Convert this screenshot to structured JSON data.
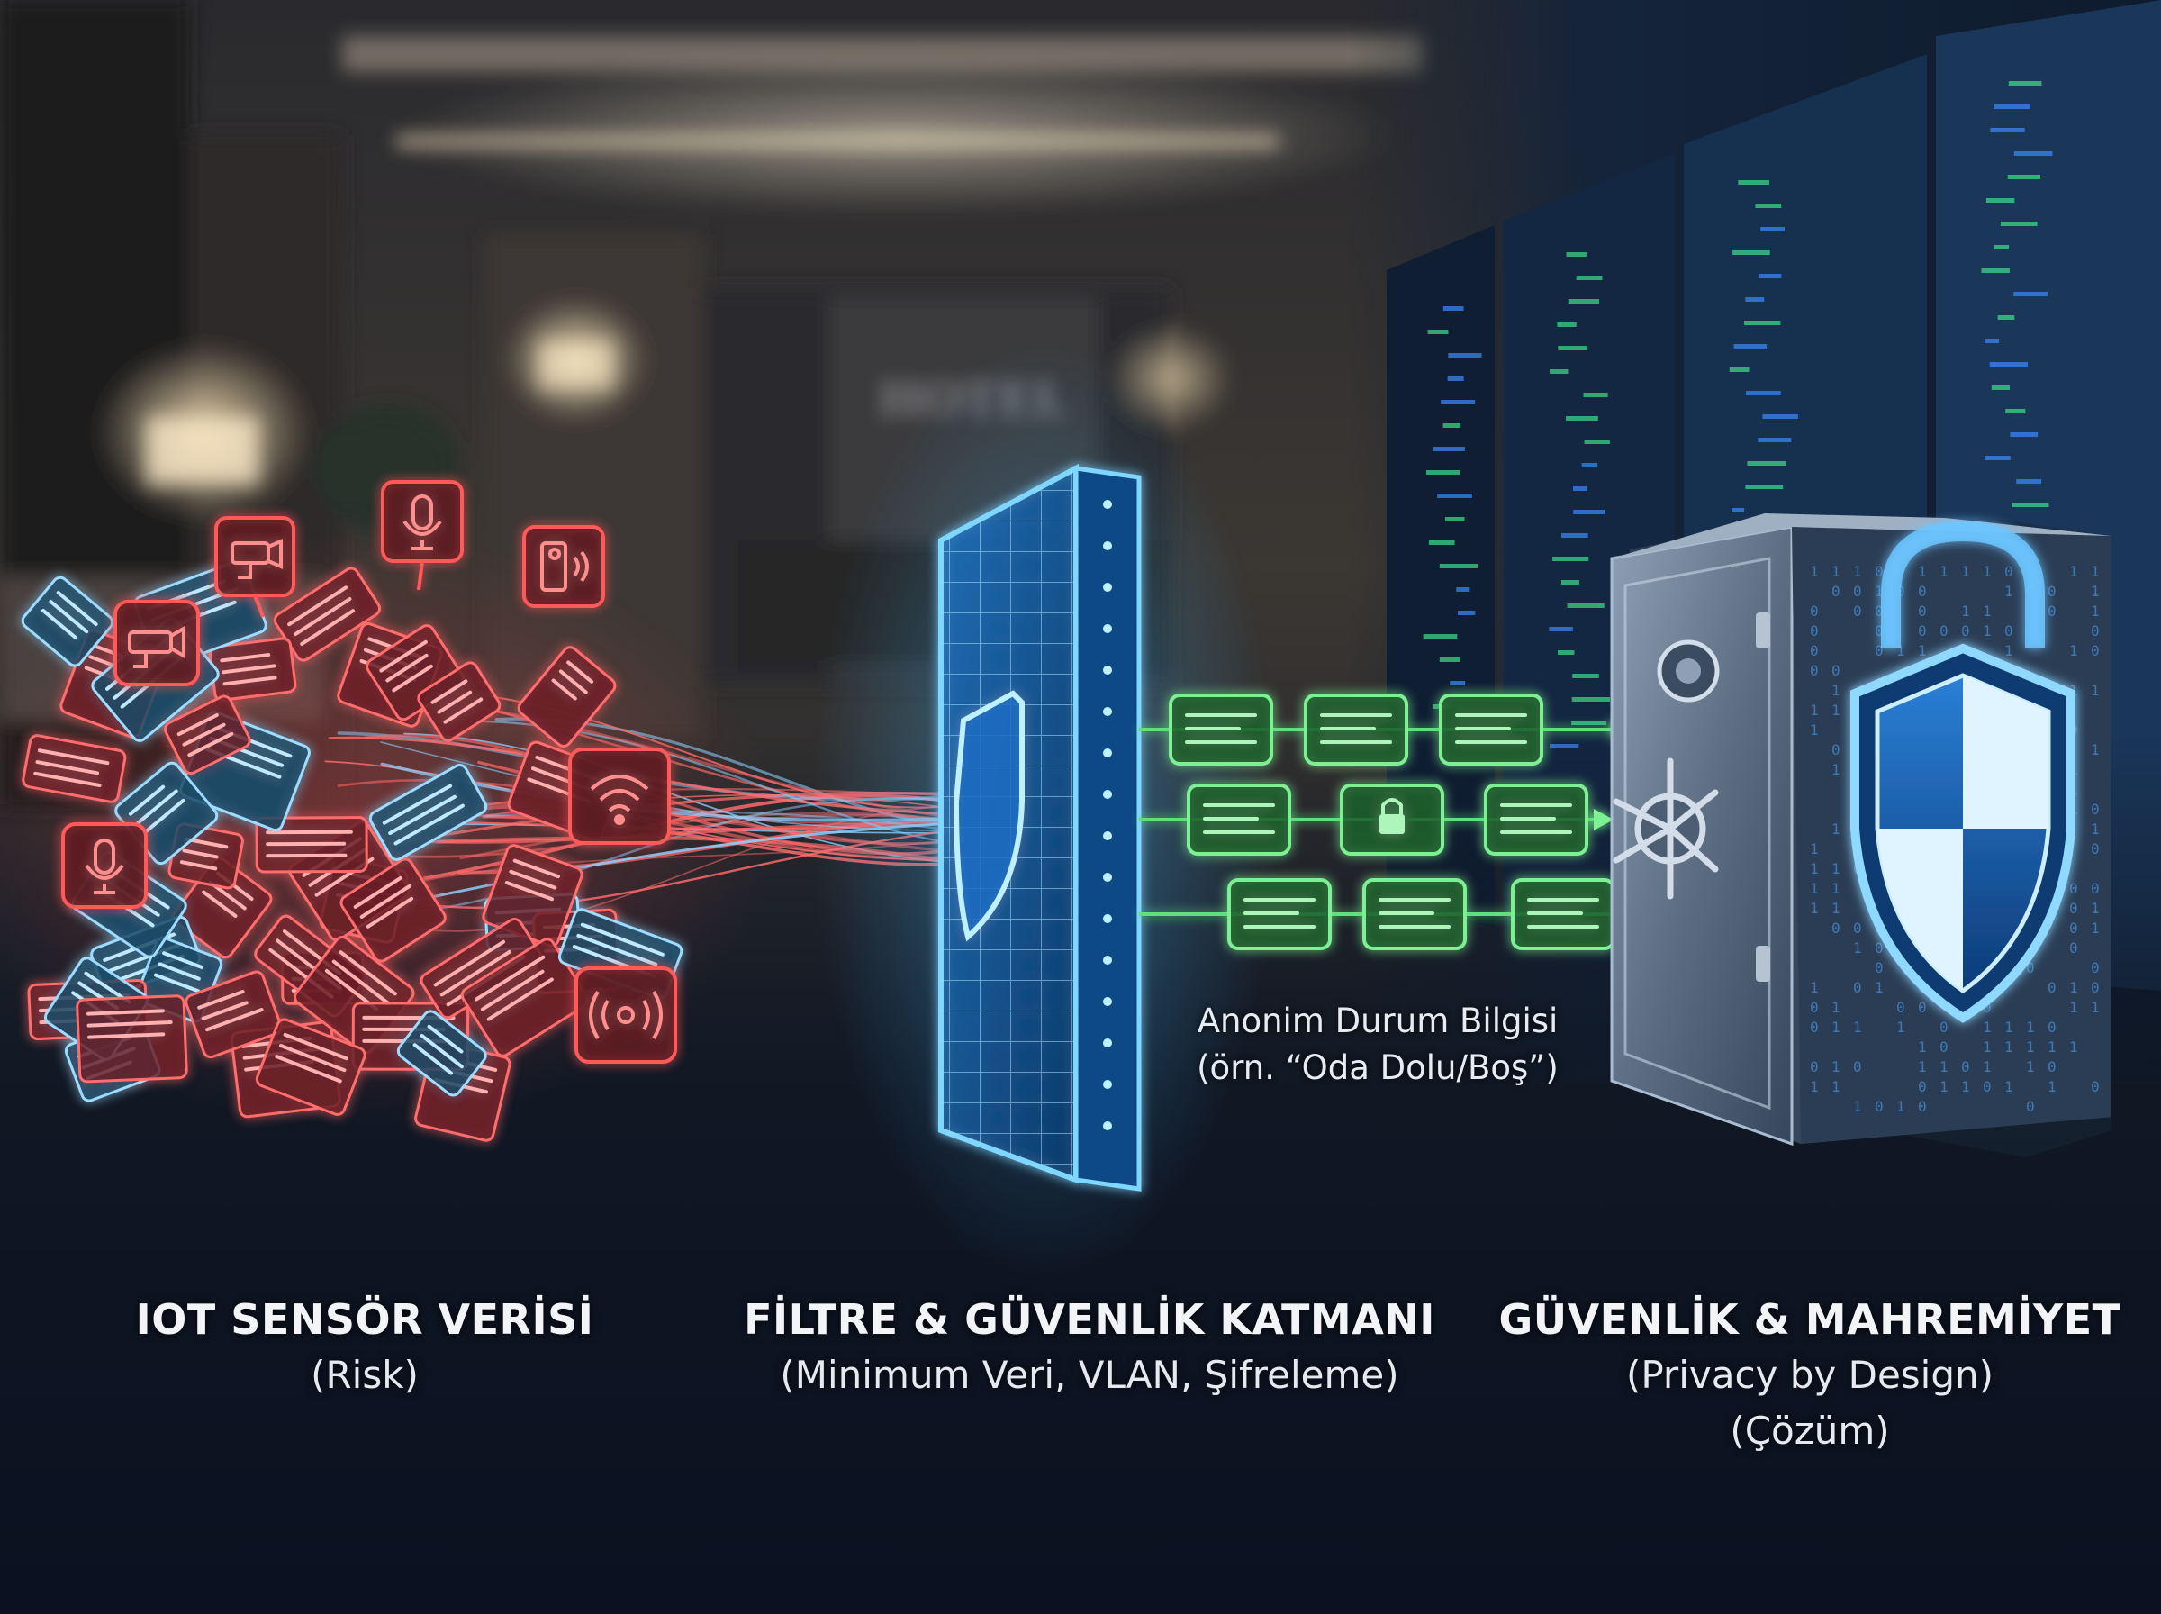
{
  "scene": {
    "background_sign": "HOTEL",
    "colors": {
      "risk_red": "#ff5a5a",
      "filter_blue": "#4fc3ff",
      "secure_green": "#5fe07a",
      "vault_steel": "#5c6f86",
      "server_green": "#3ee08a",
      "server_blue": "#3a8cff"
    },
    "icons": {
      "risk_cloud": [
        "camera-icon",
        "microphone-icon",
        "wifi-icon",
        "door-sensor-icon",
        "document-icon"
      ],
      "filter": "shield-icon",
      "flow": "lock-icon",
      "vault": "padlock-shield-icon"
    }
  },
  "sections": {
    "iot": {
      "title": "IOT SENSÖR VERİSİ",
      "subtitle": "(Risk)"
    },
    "filter": {
      "title": "FİLTRE & GÜVENLİK KATMANI",
      "subtitle": "(Minimum Veri, VLAN, Şifreleme)"
    },
    "privacy": {
      "title": "GÜVENLİK & MAHREMİYET",
      "subtitle": "(Privacy by Design)",
      "note": "(Çözüm)"
    }
  },
  "annotation": {
    "line1": "Anonim Durum Bilgisi",
    "line2": "(örn. “Oda Dolu/Boş”)"
  }
}
